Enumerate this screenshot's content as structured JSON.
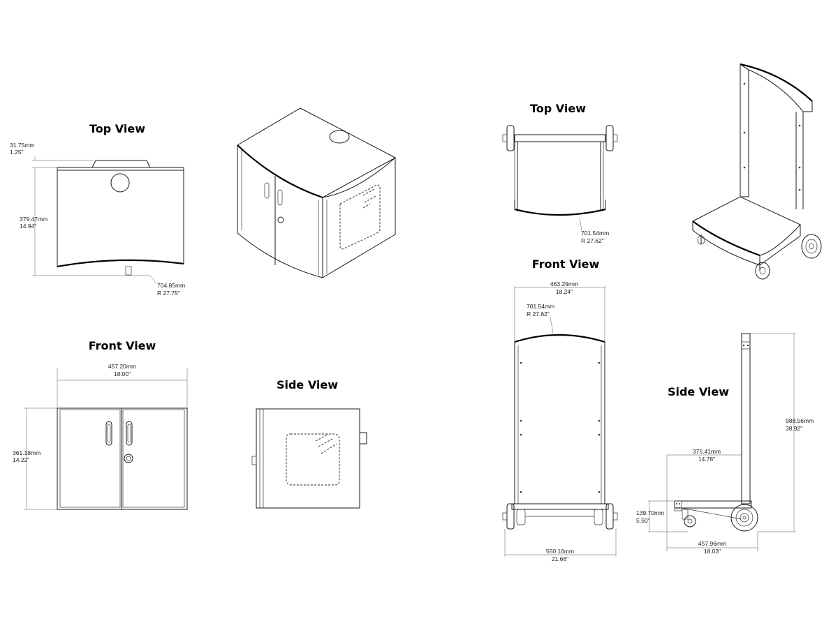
{
  "views": {
    "cabinet_top": {
      "title": "Top View"
    },
    "cabinet_front": {
      "title": "Front View"
    },
    "cabinet_side": {
      "title": "Side View"
    },
    "cart_top": {
      "title": "Top View"
    },
    "cart_front": {
      "title": "Front View"
    },
    "cart_side": {
      "title": "Side View"
    }
  },
  "dimensions": {
    "cab_top_depth_offset": {
      "mm": "31.75mm",
      "in": "1.25\""
    },
    "cab_top_depth": {
      "mm": "379.47mm",
      "in": "14.94\""
    },
    "cab_top_radius": {
      "mm": "704.85mm",
      "in": "R 27.75\""
    },
    "cab_front_width": {
      "mm": "457.20mm",
      "in": "18.00\""
    },
    "cab_front_height": {
      "mm": "361.18mm",
      "in": "14.22\""
    },
    "cart_top_radius": {
      "mm": "701.54mm",
      "in": "R 27.62\""
    },
    "cart_front_width": {
      "mm": "463.29mm",
      "in": "18.24\""
    },
    "cart_front_radius": {
      "mm": "701.54mm",
      "in": "R 27.62\""
    },
    "cart_front_base": {
      "mm": "550.16mm",
      "in": "21.66\""
    },
    "cart_side_height": {
      "mm": "988.56mm",
      "in": "38.92\""
    },
    "cart_side_reach": {
      "mm": "375.41mm",
      "in": "14.78\""
    },
    "cart_side_deck": {
      "mm": "139.70mm",
      "in": "5.50\""
    },
    "cart_side_base": {
      "mm": "457.96mm",
      "in": "18.03\""
    }
  }
}
